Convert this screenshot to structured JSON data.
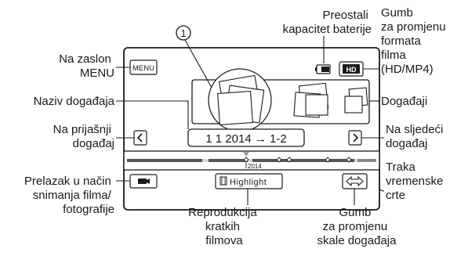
{
  "labels": {
    "battery_line1": "Preostali",
    "battery_line2": "kapacitet baterije",
    "format_line1": "Gumb",
    "format_line2": "za promjenu",
    "format_line3": "formata",
    "format_line4": "filma",
    "format_line5": "(HD/MP4)",
    "events": "Događaji",
    "menu_line1": "Na zaslon",
    "menu_line2": "MENU",
    "event_name": "Naziv događaja",
    "prev_line1": "Na prijašnji",
    "prev_line2": "događaj",
    "next_line1": "Na sljedeći",
    "next_line2": "događaj",
    "record_line1": "Prelazak u način",
    "record_line2": "snimanja filma/",
    "record_line3": "fotografije",
    "timeline_line1": "Traka",
    "timeline_line2": "vremenske",
    "timeline_line3": "crte",
    "highlight_line1": "Reprodukcija",
    "highlight_line2": "kratkih",
    "highlight_line3": "filmova",
    "scale_line1": "Gumb",
    "scale_line2": "za promjenu",
    "scale_line3": "skale događaja"
  },
  "screen": {
    "menu_button": "MENU",
    "format_badge": "HD",
    "event_date": "1 1 2014 → 1-2",
    "timeline_year": "2014",
    "highlight_button": "Highlight",
    "marker_number": "1"
  },
  "icons": {
    "battery": "battery-icon",
    "prev": "chevron-left-icon",
    "next": "chevron-right-icon",
    "record": "camera-icon",
    "scale": "double-arrow-icon",
    "highlight": "film-icon"
  }
}
